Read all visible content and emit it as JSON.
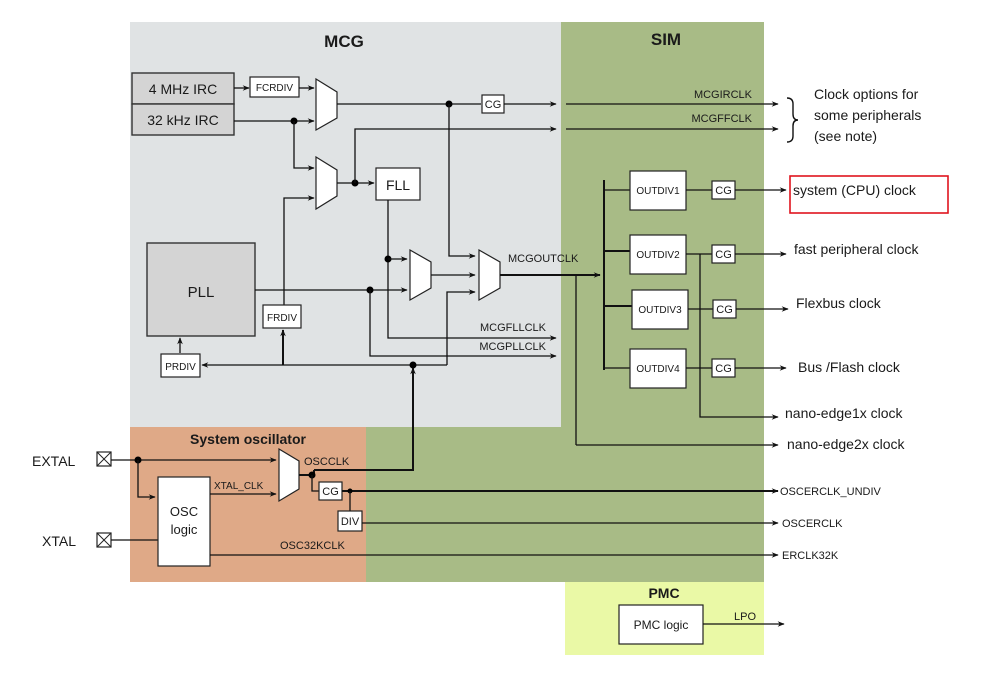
{
  "regions": {
    "mcg": {
      "title": "MCG",
      "color": "#e0e3e4"
    },
    "sim": {
      "title": "SIM",
      "color": "#a8bb86"
    },
    "osc": {
      "title": "System oscillator",
      "color": "#dfa987"
    },
    "pmc": {
      "title": "PMC",
      "color": "#eaf9a6"
    }
  },
  "mcg": {
    "irc4": "4 MHz IRC",
    "irc32": "32 kHz IRC",
    "fcrdiv": "FCRDIV",
    "fll": "FLL",
    "pll": "PLL",
    "frdiv": "FRDIV",
    "prdiv": "PRDIV",
    "cg": "CG",
    "sig_irclk": "MCGIRCLK",
    "sig_ffclk": "MCGFFCLK",
    "sig_outclk": "MCGOUTCLK",
    "sig_fllclk": "MCGFLLCLK",
    "sig_pllclk": "MCGPLLCLK"
  },
  "sim": {
    "outdivs": [
      "OUTDIV1",
      "OUTDIV2",
      "OUTDIV3",
      "OUTDIV4"
    ],
    "cg": "CG"
  },
  "outputs": {
    "note_lines": [
      "Clock options for",
      "some peripherals",
      "(see note)"
    ],
    "system_clock": "system (CPU) clock",
    "fast_peripheral": "fast peripheral clock",
    "flexbus": "Flexbus clock",
    "bus_flash": "Bus /Flash clock",
    "nano1x": "nano-edge1x clock",
    "nano2x": "nano-edge2x clock",
    "oscerclk_undiv": "OSCERCLK_UNDIV",
    "oscerclk": "OSCERCLK",
    "erclk32k": "ERCLK32K",
    "highlight_color": "#e0141e"
  },
  "osc": {
    "extal": "EXTAL",
    "xtal": "XTAL",
    "osc_logic_1": "OSC",
    "osc_logic_2": "logic",
    "xtal_clk": "XTAL_CLK",
    "oscclk": "OSCCLK",
    "cg": "CG",
    "div": "DIV",
    "osc32kclk": "OSC32KCLK"
  },
  "pmc": {
    "logic": "PMC logic",
    "lpo": "LPO"
  }
}
